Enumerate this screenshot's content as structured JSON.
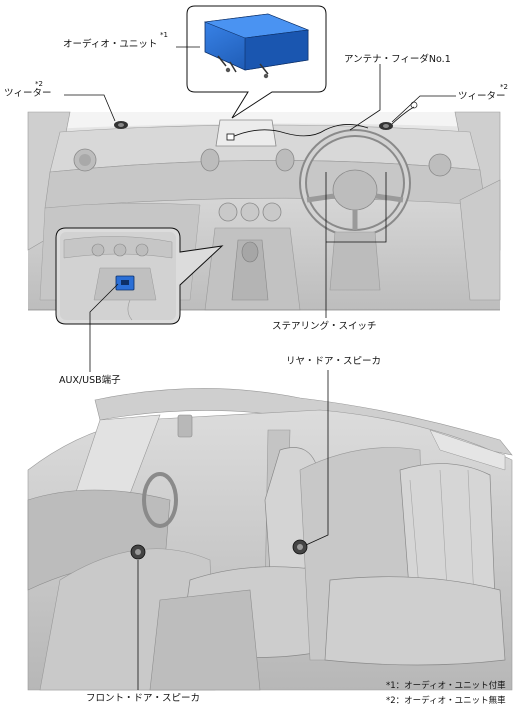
{
  "labels": {
    "audio_unit": "オーディオ・ユニット",
    "audio_unit_mark": "*1",
    "tweeter_left": "ツィーター",
    "tweeter_left_mark": "*2",
    "tweeter_right": "ツィーター",
    "tweeter_right_mark": "*2",
    "antenna_feeder": "アンテナ・フィーダNo.1",
    "steering_switch": "ステアリング・スイッチ",
    "aux_usb": "AUX/USB端子",
    "rear_door_speaker": "リヤ・ドア・スピーカ",
    "front_door_speaker": "フロント・ドア・スピーカ"
  },
  "notes": {
    "note1": "*1：オーディオ・ユニット付車",
    "note2": "*2：オーディオ・ユニット無車"
  },
  "colors": {
    "unit_blue": "#1f63c9",
    "aux_blue": "#2b6fd6",
    "line": "#111111"
  }
}
